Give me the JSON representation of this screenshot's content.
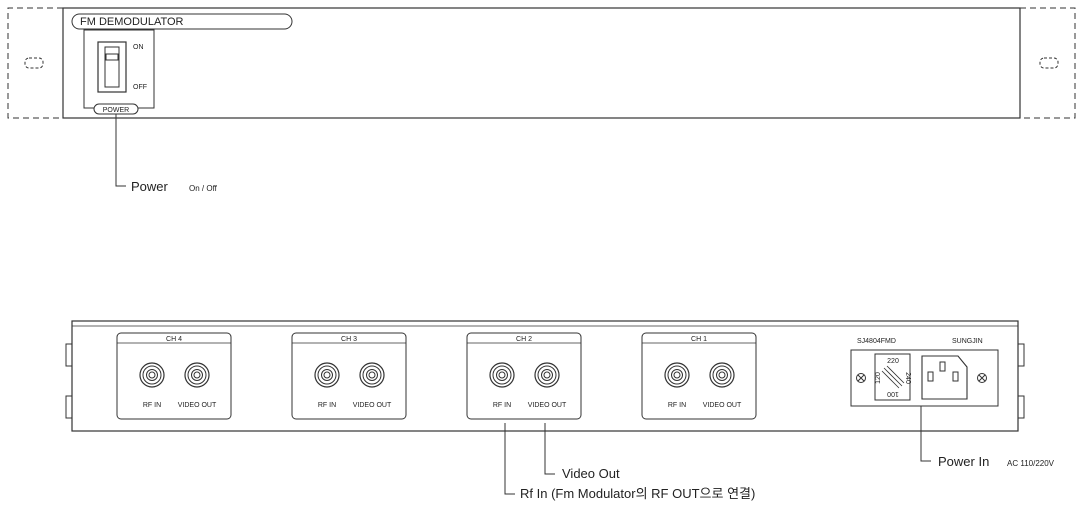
{
  "front_panel": {
    "title": "FM DEMODULATOR",
    "switch_on_label": "ON",
    "switch_off_label": "OFF",
    "power_label": "POWER"
  },
  "callouts": {
    "power": {
      "main": "Power",
      "sub": "On / Off"
    },
    "video_out": {
      "main": "Video Out"
    },
    "rf_in": {
      "main": "Rf In (Fm Modulator의 RF OUT으로 연결)"
    },
    "power_in": {
      "main": "Power In",
      "sub": "AC 110/220V"
    }
  },
  "rear_panel": {
    "channels": [
      {
        "label": "CH 4",
        "rf_in": "RF IN",
        "video_out": "VIDEO OUT"
      },
      {
        "label": "CH 3",
        "rf_in": "RF IN",
        "video_out": "VIDEO OUT"
      },
      {
        "label": "CH 2",
        "rf_in": "RF IN",
        "video_out": "VIDEO OUT"
      },
      {
        "label": "CH 1",
        "rf_in": "RF IN",
        "video_out": "VIDEO OUT"
      }
    ],
    "model": "SJ4804FMD",
    "brand": "SUNGJIN",
    "voltage_top": "220",
    "voltage_right": "240",
    "voltage_bottom": "100",
    "voltage_left": "120"
  }
}
